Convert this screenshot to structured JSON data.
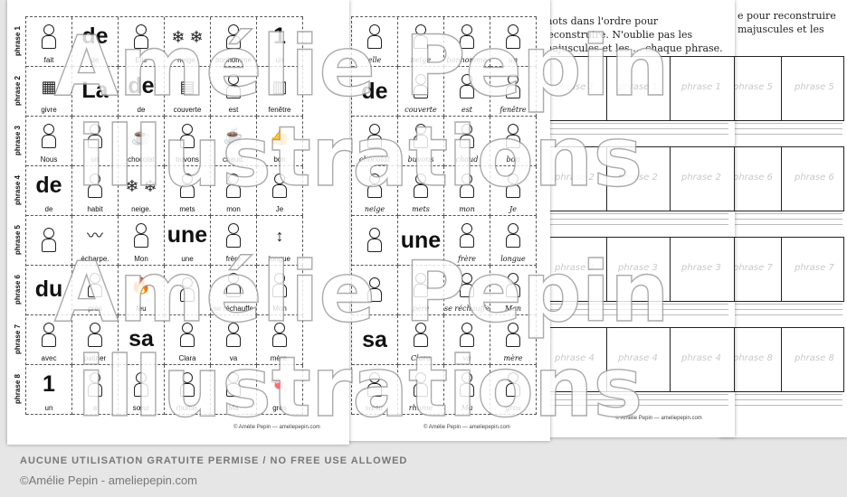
{
  "worksheet_left": {
    "row_labels": [
      "phrase 1",
      "phrase 2",
      "phrase 3",
      "phrase 4",
      "phrase 5",
      "phrase 6",
      "phrase 7",
      "phrase 8"
    ],
    "rows": [
      [
        {
          "big": "",
          "word": "fait",
          "icon": "stick-figure-icon"
        },
        {
          "big": "de",
          "word": "de",
          "icon": ""
        },
        {
          "big": "",
          "word": "Elle",
          "icon": "girl-icon"
        },
        {
          "big": "",
          "word": "neige.",
          "icon": "snowflakes-icon"
        },
        {
          "big": "",
          "word": "bonhomme",
          "icon": "snowman-icon"
        },
        {
          "big": "1",
          "word": "un",
          "icon": ""
        }
      ],
      [
        {
          "big": "",
          "word": "givre",
          "icon": "frosted-window-icon"
        },
        {
          "big": "La",
          "word": "",
          "icon": ""
        },
        {
          "big": "de",
          "word": "de",
          "icon": ""
        },
        {
          "big": "",
          "word": "couverte",
          "icon": "blanket-icon"
        },
        {
          "big": "",
          "word": "est",
          "icon": "boy-icon"
        },
        {
          "big": "",
          "word": "fenêtre",
          "icon": "window-icon"
        }
      ],
      [
        {
          "big": "",
          "word": "Nous",
          "icon": "children-icon"
        },
        {
          "big": "",
          "word": "un",
          "icon": "boy-icon"
        },
        {
          "big": "",
          "word": "chocolat",
          "icon": "mug-icon"
        },
        {
          "big": "",
          "word": "buvons",
          "icon": "drinking-icon"
        },
        {
          "big": "",
          "word": "chaud.",
          "icon": "cup-icon"
        },
        {
          "big": "",
          "word": "bon",
          "icon": "thumb-up-icon"
        }
      ],
      [
        {
          "big": "de",
          "word": "de",
          "icon": ""
        },
        {
          "big": "",
          "word": "habit",
          "icon": "winter-outfit-icon"
        },
        {
          "big": "",
          "word": "neige.",
          "icon": "snowflakes-icon"
        },
        {
          "big": "",
          "word": "mets",
          "icon": "dressing-icon"
        },
        {
          "big": "",
          "word": "mon",
          "icon": "boy-icon"
        },
        {
          "big": "",
          "word": "Je",
          "icon": "boy-icon"
        }
      ],
      [
        {
          "big": "",
          "word": "",
          "icon": "boy-icon"
        },
        {
          "big": "",
          "word": "écharpe.",
          "icon": "scarf-icon"
        },
        {
          "big": "",
          "word": "Mon",
          "icon": "boy-icon"
        },
        {
          "big": "une",
          "word": "une",
          "icon": ""
        },
        {
          "big": "",
          "word": "frère",
          "icon": "brothers-icon"
        },
        {
          "big": "",
          "word": "longue",
          "icon": "long-arrow-icon"
        }
      ],
      [
        {
          "big": "du",
          "word": "",
          "icon": ""
        },
        {
          "big": "",
          "word": "près",
          "icon": "near-icon"
        },
        {
          "big": "",
          "word": "feu",
          "icon": "fire-icon"
        },
        {
          "big": "",
          "word": "",
          "icon": "boy-icon"
        },
        {
          "big": "",
          "word": "se réchauffe",
          "icon": "warming-icon"
        },
        {
          "big": "",
          "word": "Mon",
          "icon": "grandpa-icon"
        }
      ],
      [
        {
          "big": "",
          "word": "avec",
          "icon": "together-icon"
        },
        {
          "big": "",
          "word": "patiner",
          "icon": "skater-icon"
        },
        {
          "big": "sa",
          "word": "",
          "icon": ""
        },
        {
          "big": "",
          "word": "Clara",
          "icon": "girl-icon"
        },
        {
          "big": "",
          "word": "va",
          "icon": "skating-icon"
        },
        {
          "big": "",
          "word": "mère.",
          "icon": "mother-icon"
        }
      ],
      [
        {
          "big": "1",
          "word": "un",
          "icon": ""
        },
        {
          "big": "",
          "word": "a",
          "icon": "boy-icon"
        },
        {
          "big": "",
          "word": "sœur",
          "icon": "girl-icon"
        },
        {
          "big": "",
          "word": "rhume.",
          "icon": "sneezing-icon"
        },
        {
          "big": "",
          "word": "Ma",
          "icon": "girl-icon"
        },
        {
          "big": "",
          "word": "gros",
          "icon": "candy-icon"
        }
      ]
    ]
  },
  "worksheet_cursive": {
    "rows": [
      [
        "elle",
        "neige",
        "bonhomme",
        "un"
      ],
      [
        "de",
        "couverte",
        "est",
        "fenêtre"
      ],
      [
        "chocolat",
        "buvons",
        "chaud",
        "bon"
      ],
      [
        "neige",
        "mets",
        "mon",
        "Je"
      ],
      [
        "",
        "une",
        "frère",
        "longue"
      ],
      [
        "",
        "père",
        "se réchauffe",
        "Mon"
      ],
      [
        "sa",
        "Clara",
        "va",
        "mère"
      ],
      [
        "sœur",
        "rhume",
        "Ma",
        "gros"
      ]
    ]
  },
  "answer_sheet_a": {
    "instruction": "mots dans l'ordre pour reconstruire. N'oublie pas les majuscules et les ... chaque phrase.",
    "groups": [
      [
        "phrase 1",
        "phrase 1",
        "phrase 1"
      ],
      [
        "phrase 2",
        "phrase 2",
        "phrase 2"
      ],
      [
        "phrase 3",
        "phrase 3",
        "phrase 3"
      ],
      [
        "phrase 4",
        "phrase 4",
        "phrase 4"
      ]
    ]
  },
  "answer_sheet_b": {
    "instruction": "e pour reconstruire majuscules et les",
    "groups": [
      "phrase 5",
      "phrase 6",
      "phrase 7",
      "phrase 8"
    ]
  },
  "sheet_credit": "© Amélie Pepin — ameliepepin.com",
  "watermark": [
    "Amélie Pepin",
    "illustrations"
  ],
  "footer": {
    "notice": "AUCUNE UTILISATION GRATUITE PERMISE / NO FREE USE ALLOWED",
    "copyright": "©Amélie Pepin - ameliepepin.com"
  }
}
